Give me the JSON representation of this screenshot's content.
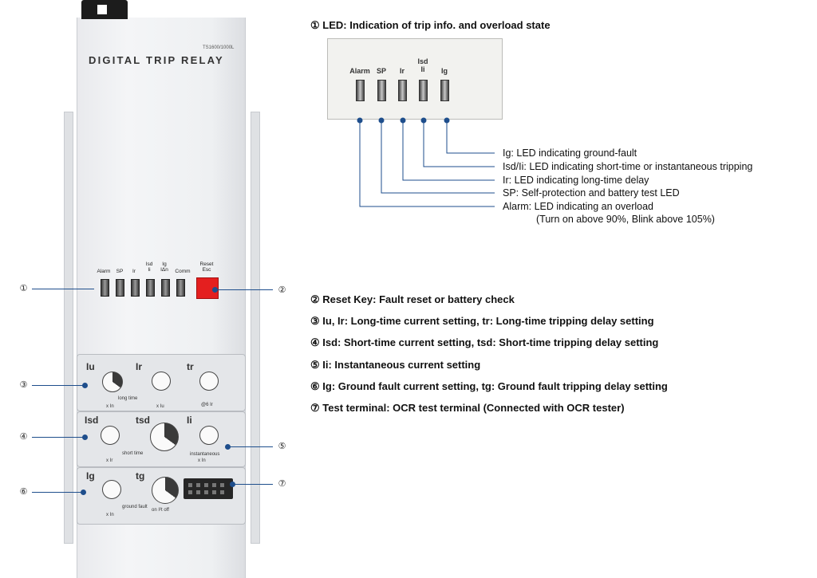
{
  "device": {
    "model": "TS1600/1000L",
    "title": "DIGITAL TRIP RELAY",
    "led_labels": [
      "Alarm",
      "SP",
      "Ir",
      "Isd\nIi",
      "Ig\nIΔn",
      "Comm"
    ],
    "reset_label": "Reset\nEsc",
    "dials": {
      "iu": "Iu",
      "ir": "Ir",
      "tr": "tr",
      "long_time": "long time",
      "x_in": "x In",
      "x_iu": "x Iu",
      "at6ir": "@6 Ir",
      "isd": "Isd",
      "tsd": "tsd",
      "ii": "Ii",
      "short_time": "short time",
      "x_ir": "x Ir",
      "instantaneous": "instantaneous",
      "x_in2": "x In",
      "ig": "Ig",
      "tg": "tg",
      "ground_fault": "ground fault",
      "x_in3": "x In",
      "on_i2t_off": "on I²t off",
      "off": "off"
    }
  },
  "callouts": [
    "①",
    "②",
    "③",
    "④",
    "⑤",
    "⑥",
    "⑦"
  ],
  "led_section": {
    "heading": "① LED: Indication of trip info. and overload state",
    "box_labels": [
      "Alarm",
      "SP",
      "Ir",
      "Isd\nIi",
      "Ig"
    ],
    "descriptions": [
      "Ig: LED indicating ground-fault",
      "Isd/Ii: LED indicating short-time or instantaneous tripping",
      "Ir: LED indicating long-time delay",
      "SP: Self-protection and battery test LED",
      "Alarm: LED indicating an overload",
      "(Turn on above 90%, Blink above 105%)"
    ]
  },
  "items": [
    "② Reset Key: Fault reset or battery check",
    "③ Iu, Ir: Long-time current setting, tr: Long-time tripping delay setting",
    "④ Isd: Short-time current setting, tsd: Short-time tripping delay setting",
    "⑤ Ii: Instantaneous current setting",
    "⑥ Ig: Ground fault current setting, tg: Ground fault tripping delay setting",
    "⑦ Test terminal: OCR test terminal (Connected with OCR tester)"
  ],
  "colors": {
    "callout_line": "#1e4e8c",
    "reset_key": "#e41f1f"
  }
}
